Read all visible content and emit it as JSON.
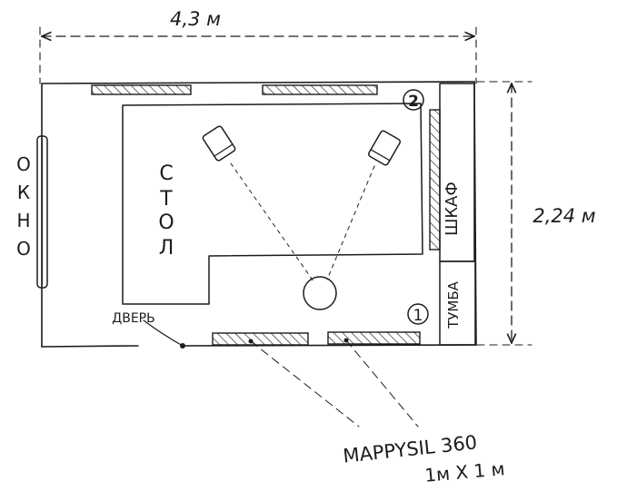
{
  "dimensions": {
    "width_label": "4,3 м",
    "height_label": "2,24 м"
  },
  "labels": {
    "window": [
      "О",
      "К",
      "Н",
      "О"
    ],
    "table": [
      "С",
      "Т",
      "О",
      "Л"
    ],
    "wardrobe": "ШКАФ",
    "nightstand": "ТУМБА",
    "door": "ДВЕРЬ",
    "sensor_1": "1",
    "sensor_2": "2",
    "material_name": "MAPPYSIL 360",
    "material_size": "1м Х 1 м"
  },
  "colors": {
    "ink": "#1c1c1c",
    "paper": "#ffffff"
  }
}
